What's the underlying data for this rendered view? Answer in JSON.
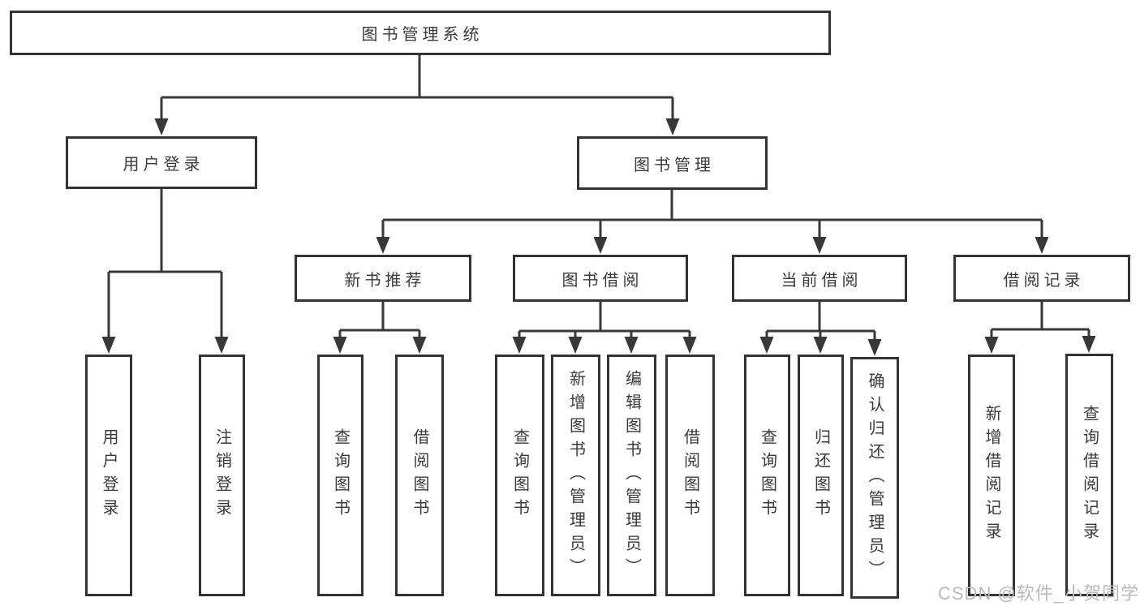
{
  "tree": {
    "label": "图书管理系统",
    "children": [
      {
        "label": "用户登录",
        "children": [
          {
            "label": "用户登录"
          },
          {
            "label": "注销登录"
          }
        ]
      },
      {
        "label": "图书管理",
        "children": [
          {
            "label": "新书推荐",
            "children": [
              {
                "label": "查询图书"
              },
              {
                "label": "借阅图书"
              }
            ]
          },
          {
            "label": "图书借阅",
            "children": [
              {
                "label": "查询图书"
              },
              {
                "label": "新增图书（管理员）"
              },
              {
                "label": "编辑图书（管理员）"
              },
              {
                "label": "借阅图书"
              }
            ]
          },
          {
            "label": "当前借阅",
            "children": [
              {
                "label": "查询图书"
              },
              {
                "label": "归还图书"
              },
              {
                "label": "确认归还（管理员）"
              }
            ]
          },
          {
            "label": "借阅记录",
            "children": [
              {
                "label": "新增借阅记录"
              },
              {
                "label": "查询借阅记录"
              }
            ]
          }
        ]
      }
    ]
  },
  "watermark": {
    "text": "CSDN @软件_小贺同学",
    "color": "#b9b9b9"
  },
  "colors": {
    "line": "#383838",
    "box_border": "#333333",
    "text": "#3a3a3a",
    "background": "#ffffff"
  }
}
